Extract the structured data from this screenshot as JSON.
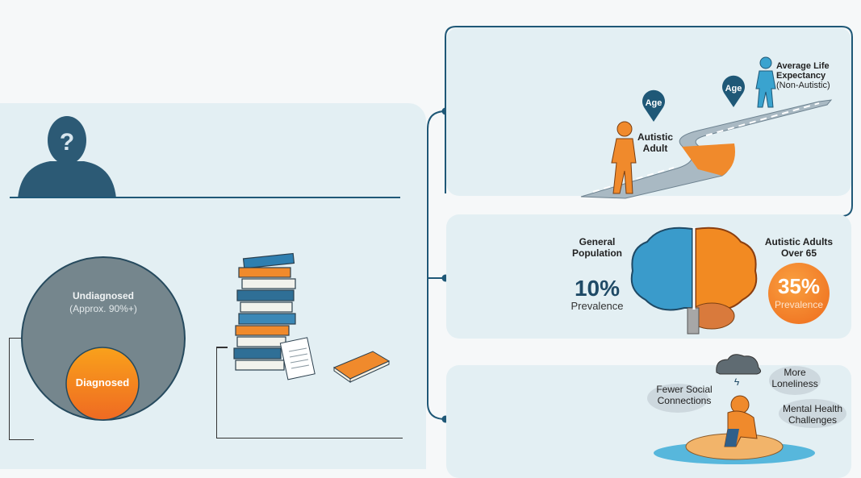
{
  "left": {
    "profile_icon": "question-head-icon",
    "circle": {
      "outer_label": "Undiagnosed",
      "outer_sub": "(Approx. 90%+)",
      "inner_label": "Diagnosed"
    }
  },
  "life_expectancy": {
    "pin_1": "Age",
    "pin_2": "Age",
    "autistic_label": "Autistic Adult",
    "average_label_1": "Average Life",
    "average_label_2": "Expectancy",
    "average_label_3": "(Non-Autistic)"
  },
  "prevalence": {
    "general_1": "General",
    "general_2": "Population",
    "general_value": "10%",
    "general_sub": "Prevalence",
    "autistic_1": "Autistic Adults",
    "autistic_2": "Over 65",
    "autistic_value": "35%",
    "autistic_sub": "Prevalence"
  },
  "isolation": {
    "bubble_1a": "Fewer Social",
    "bubble_1b": "Connections",
    "bubble_2a": "More",
    "bubble_2b": "Loneliness",
    "bubble_3a": "Mental Health",
    "bubble_3b": "Challenges"
  },
  "colors": {
    "navy": "#1f5877",
    "orange": "#f07f1e",
    "grey": "#6f8088",
    "panel": "#e3eff3"
  }
}
